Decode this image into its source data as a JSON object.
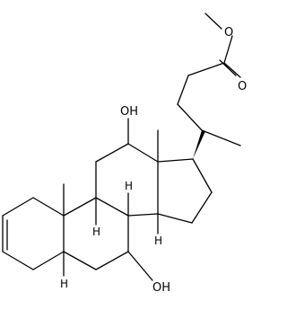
{
  "diagram": {
    "atom_labels": {
      "ester_oxygen": "O",
      "carbonyl_oxygen": "O",
      "hydroxyl_12": "OH",
      "hydroxyl_7": "OH",
      "hydrogen_8": "H",
      "hydrogen_9": "H",
      "hydrogen_14": "H",
      "hydrogen_5": "H"
    }
  }
}
